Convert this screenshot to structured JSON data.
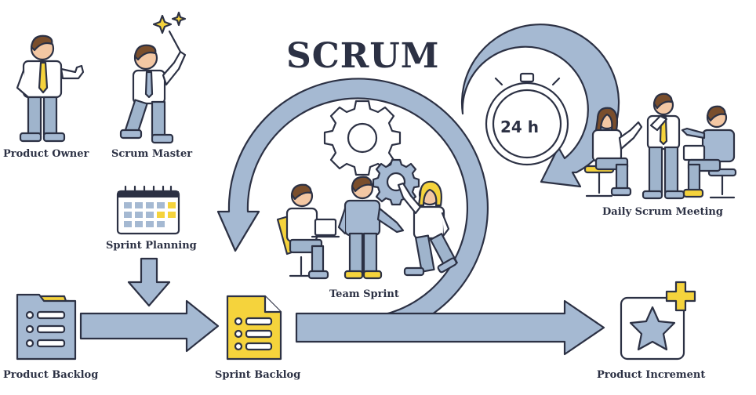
{
  "title": "SCRUM",
  "roles": {
    "product_owner": "Product Owner",
    "scrum_master": "Scrum Master"
  },
  "steps": {
    "sprint_planning": "Sprint Planning",
    "product_backlog": "Product Backlog",
    "sprint_backlog": "Sprint Backlog",
    "team_sprint": "Team Sprint",
    "daily_scrum": "Daily Scrum Meeting",
    "product_increment": "Product Increment"
  },
  "timer": "24 h",
  "colors": {
    "arrow_fill": "#a5b9d2",
    "outline": "#2c3144",
    "accent": "#f5d33c",
    "shirt": "#ffffff",
    "pants": "#9fb4cc",
    "skin": "#f3c7a3",
    "hair": "#7a4e2c"
  }
}
